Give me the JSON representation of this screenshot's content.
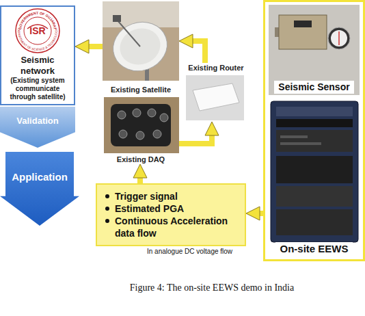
{
  "diagram": {
    "caption": "Figure 4: The on-site EEWS demo in India",
    "nodes": [
      {
        "text": [
          "Seismic network",
          "(Existing system communicate through satellite)"
        ]
      },
      {
        "text": [
          "Existing Satellite"
        ]
      },
      {
        "text": [
          "Existing Router"
        ]
      },
      {
        "text": [
          "Existing DAQ"
        ]
      },
      {
        "text": [
          "Validation"
        ]
      },
      {
        "text": [
          "Application"
        ]
      },
      {
        "text": [
          "Trigger signal",
          "Estimated PGA",
          "Continuous Acceleration data flow"
        ]
      },
      {
        "text": [
          "On-site EEWS"
        ]
      },
      {
        "text": [
          "Seismic Sensor"
        ],
        "in": 7
      }
    ],
    "edges": [
      {
        "from": 1,
        "to": 0,
        "arrow": "to"
      },
      {
        "from": 2,
        "to": 1,
        "arrow": "to"
      },
      {
        "from": 3,
        "to": 2,
        "arrow": "to"
      },
      {
        "from": 6,
        "to": 3,
        "arrow": "to"
      },
      {
        "from": 7,
        "to": 6,
        "arrow": "to"
      }
    ],
    "labels": [
      "GOVERNMENT OF GUJARAT",
      "ISR",
      "DEPARTMENT OF SCIENCE & TECHNOLOGY",
      "In analogue DC voltage flow"
    ]
  }
}
